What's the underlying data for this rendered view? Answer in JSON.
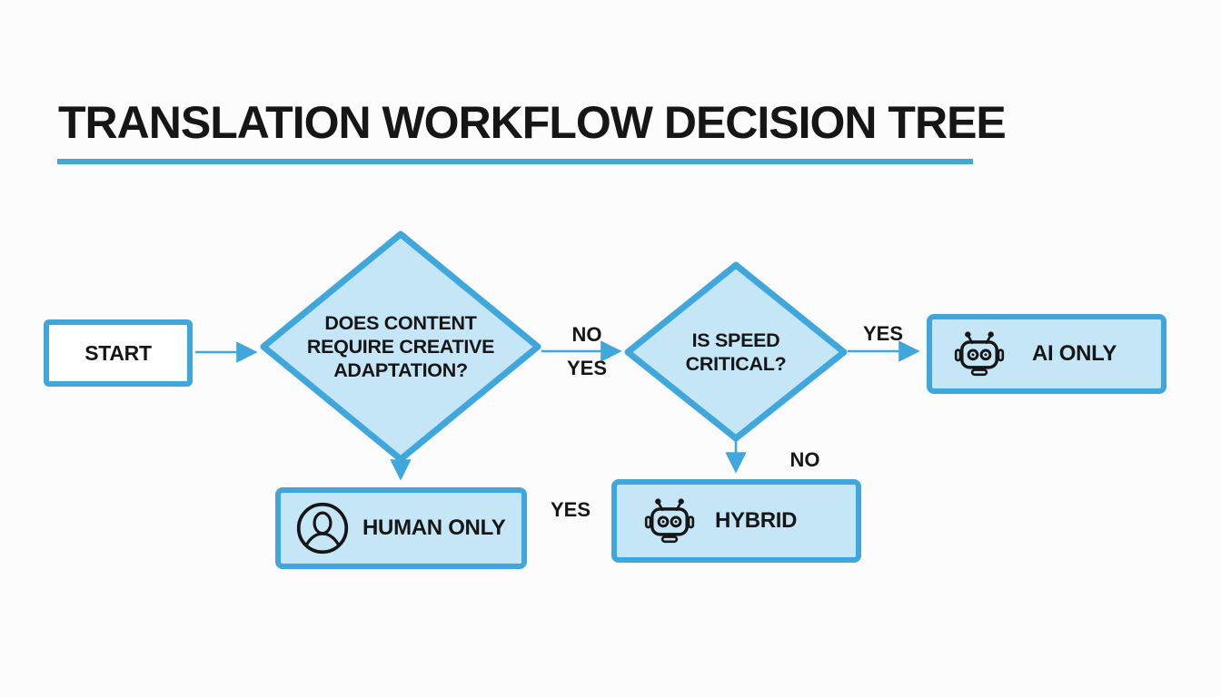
{
  "title": "TRANSLATION WORKFLOW DECISION TREE",
  "colors": {
    "accent": "#3fa7db",
    "node_fill": "#c4e6f7",
    "text": "#161616",
    "background": "#fcfcfc"
  },
  "flow": {
    "start": {
      "label": "START"
    },
    "decision_creative": {
      "lines": [
        "DOES CONTENT",
        "REQUIRE CREATIVE",
        "ADAPTATION?"
      ]
    },
    "decision_speed": {
      "lines": [
        "IS SPEED",
        "CRITICAL?"
      ]
    },
    "outcome_ai": {
      "label": "AI ONLY",
      "icon": "robot-icon"
    },
    "outcome_human": {
      "label": "HUMAN ONLY",
      "icon": "person-icon"
    },
    "outcome_hybrid": {
      "label": "HYBRID",
      "icon": "robot-icon"
    },
    "edge_labels": {
      "creative_no": "NO",
      "creative_yes": "YES",
      "speed_yes": "YES",
      "speed_no": "NO",
      "human_yes": "YES"
    }
  }
}
